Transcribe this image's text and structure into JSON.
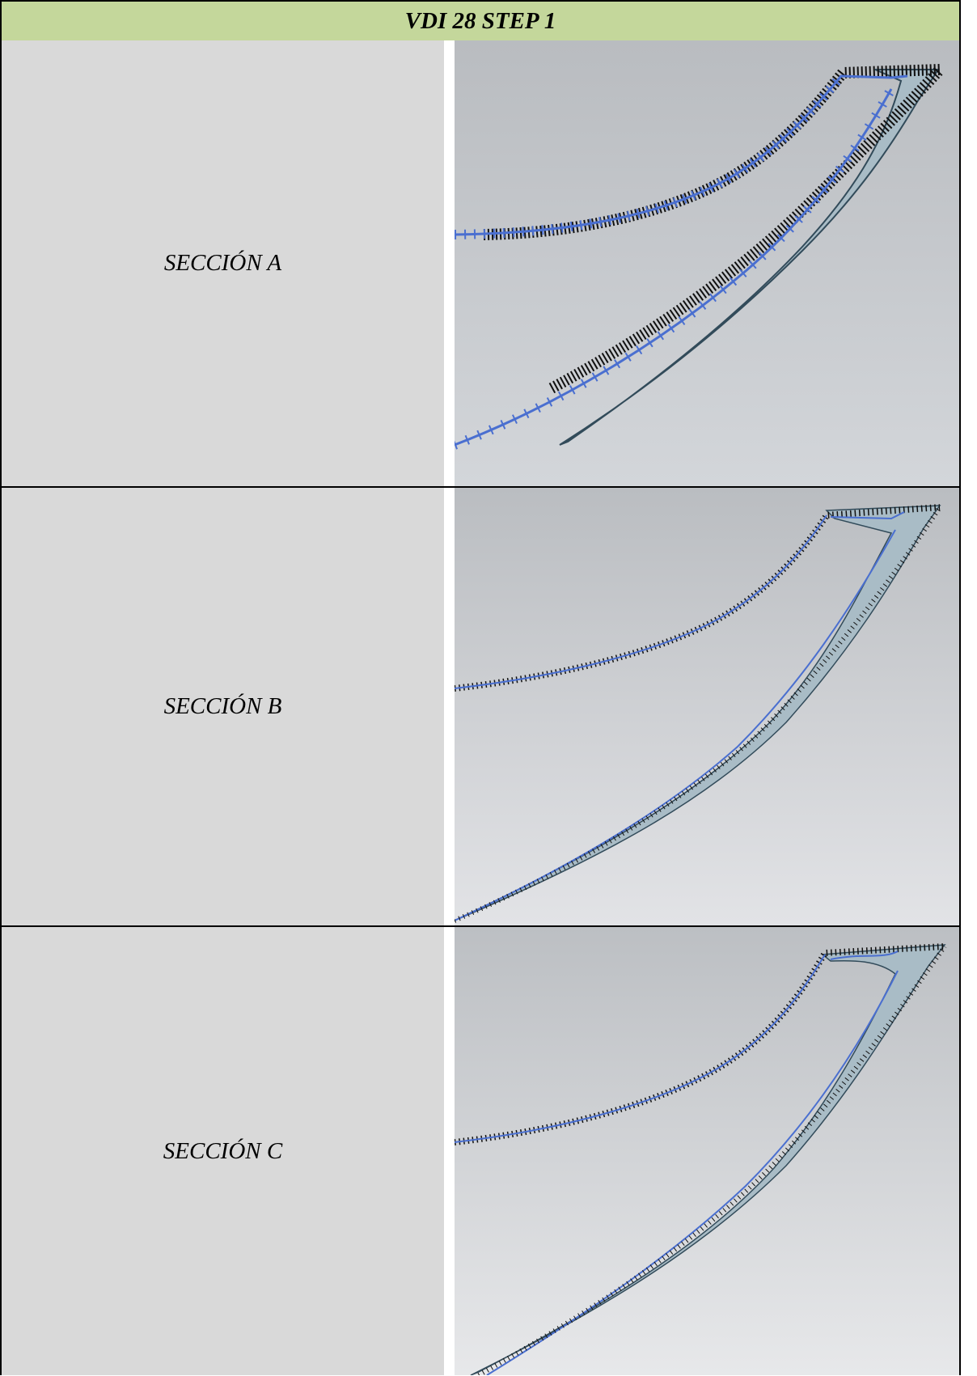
{
  "title": "VDI 28 STEP 1",
  "sections": [
    {
      "label": "SECCIÓN A",
      "image": "blade-profile-section-a"
    },
    {
      "label": "SECCIÓN B",
      "image": "blade-profile-section-b"
    },
    {
      "label": "SECCIÓN C",
      "image": "blade-profile-section-c"
    }
  ],
  "colors": {
    "header_bg": "#c4d79b",
    "label_bg": "#d9d9d9",
    "nominal_curve": "#4a6fd0",
    "measured_points": "#111111",
    "deviation_fill": "#a9bcc6"
  }
}
